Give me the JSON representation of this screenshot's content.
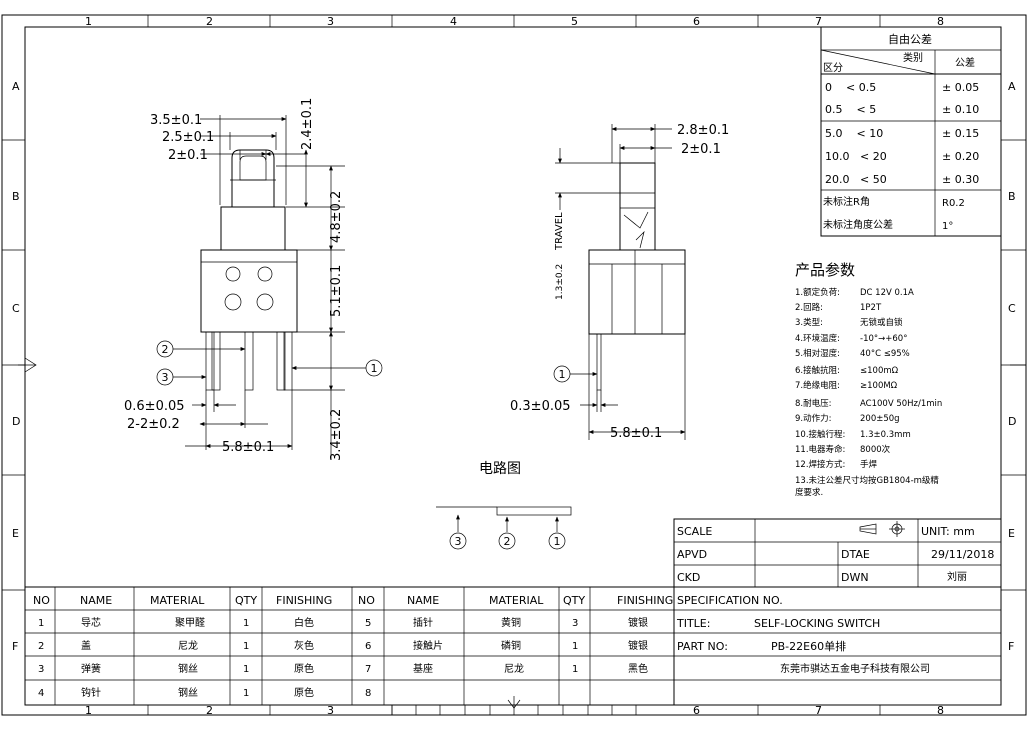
{
  "frame": {
    "column_numbers": [
      "1",
      "2",
      "3",
      "4",
      "5",
      "6",
      "7",
      "8"
    ],
    "row_letters": [
      "A",
      "B",
      "C",
      "D",
      "E",
      "F"
    ]
  },
  "tolerance_table": {
    "title": "自由公差",
    "header_category": "类别",
    "header_section": "区分",
    "header_tolerance": "公差",
    "rows": [
      {
        "range": "0    < 0.5",
        "tol": "± 0.05"
      },
      {
        "range": "0.5    < 5",
        "tol": "± 0.10"
      },
      {
        "range": "5.0    < 10",
        "tol": "± 0.15"
      },
      {
        "range": "10.0   < 20",
        "tol": "± 0.20"
      },
      {
        "range": "20.0   < 50",
        "tol": "± 0.30"
      },
      {
        "range": "未标注R角",
        "tol": "R0.2"
      },
      {
        "range": "未标注角度公差",
        "tol": "1°"
      }
    ]
  },
  "product_params": {
    "title": "产品参数",
    "items": [
      {
        "label": "1.额定负荷:",
        "value": "DC 12V 0.1A"
      },
      {
        "label": "2.回路:",
        "value": "1P2T"
      },
      {
        "label": "3.类型:",
        "value": "无锁或自锁"
      },
      {
        "label": "4.环境温度:",
        "value": "-10°→+60°"
      },
      {
        "label": "5.相对湿度:",
        "value": "40°C ≤95%"
      },
      {
        "label": "6.接触抗阻:",
        "value": "≤100mΩ"
      },
      {
        "label": "7.绝缘电阻:",
        "value": "≥100MΩ"
      },
      {
        "label": "8.耐电压:",
        "value": "AC100V 50Hz/1min"
      },
      {
        "label": "9.动作力:",
        "value": "200±50g"
      },
      {
        "label": "10.接触行程:",
        "value": "1.3±0.3mm"
      },
      {
        "label": "11.电器寿命:",
        "value": "8000次"
      },
      {
        "label": "12.焊接方式:",
        "value": "手焊"
      }
    ],
    "note_line1": "13.未注公差尺寸均按GB1804-m级精",
    "note_line2": "度要求."
  },
  "left_view": {
    "dims": {
      "d1": "3.5±0.1",
      "d2": "2.5±0.1",
      "d3": "2±0.1",
      "v1": "2.4±0.1",
      "v2": "4.8±0.2",
      "v3": "5.1±0.1",
      "v4": "3.4±0.2",
      "d4": "0.6±0.05",
      "d5": "2-2±0.2",
      "d6": "5.8±0.1"
    },
    "callouts": {
      "c1": "1",
      "c2": "2",
      "c3": "3"
    }
  },
  "right_view": {
    "dims": {
      "d1": "2.8±0.1",
      "d2": "2±0.1",
      "travel": "TRAVEL",
      "v1": "1.3±0.2",
      "d3": "0.3±0.05",
      "d4": "5.8±0.1"
    },
    "callout": "1"
  },
  "circuit": {
    "title": "电路图",
    "callouts": [
      "3",
      "2",
      "1"
    ]
  },
  "title_block": {
    "scale_label": "SCALE",
    "unit": "UNIT: mm",
    "apvd_label": "APVD",
    "date_label": "DTAE",
    "date_value": "29/11/2018",
    "ckd_label": "CKD",
    "dwn_label": "DWN",
    "dwn_value": "刘丽",
    "spec_label": "SPECIFICATION NO.",
    "title_label": "TITLE:",
    "title_value": "SELF-LOCKING SWITCH",
    "part_label": "PART NO:",
    "part_value": "PB-22E60单排",
    "company": "东莞市骐达五金电子科技有限公司"
  },
  "bom": {
    "headers": {
      "no": "NO",
      "name": "NAME",
      "material": "MATERIAL",
      "qty": "QTY",
      "finishing": "FINISHING"
    },
    "rows": [
      {
        "no": "1",
        "name": "导芯",
        "material": "聚甲醛",
        "qty": "1",
        "finishing": "白色",
        "no2": "5",
        "name2": "插针",
        "material2": "黄铜",
        "qty2": "3",
        "finishing2": "镀银"
      },
      {
        "no": "2",
        "name": "盖",
        "material": "尼龙",
        "qty": "1",
        "finishing": "灰色",
        "no2": "6",
        "name2": "接触片",
        "material2": "磷铜",
        "qty2": "1",
        "finishing2": "镀银"
      },
      {
        "no": "3",
        "name": "弹簧",
        "material": "钢丝",
        "qty": "1",
        "finishing": "原色",
        "no2": "7",
        "name2": "基座",
        "material2": "尼龙",
        "qty2": "1",
        "finishing2": "黑色"
      },
      {
        "no": "4",
        "name": "钩针",
        "material": "钢丝",
        "qty": "1",
        "finishing": "原色",
        "no2": "8",
        "name2": "",
        "material2": "",
        "qty2": "",
        "finishing2": ""
      }
    ]
  }
}
